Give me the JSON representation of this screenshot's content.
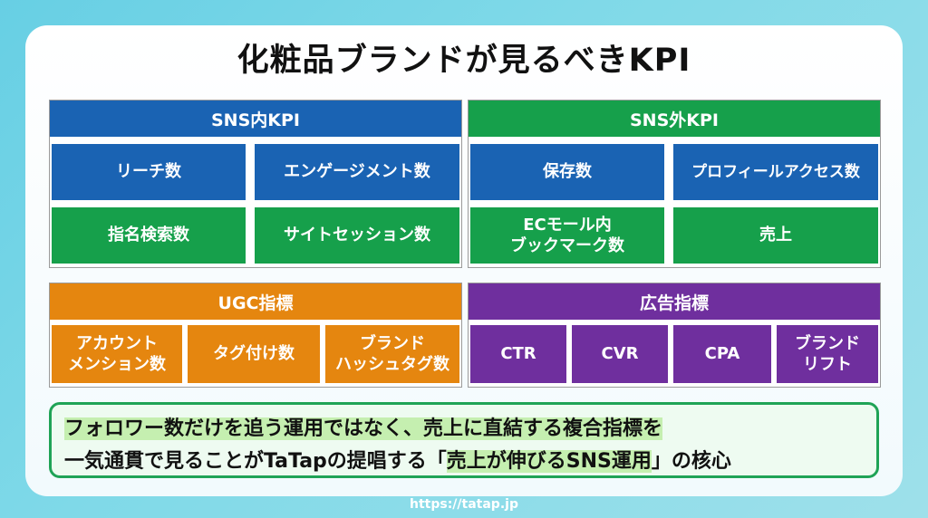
{
  "title": "化粧品ブランドが見るべきKPI",
  "sections": {
    "sns_in": {
      "header": "SNS内KPI",
      "cells": [
        "リーチ数",
        "エンゲージメント数",
        "指名検索数",
        "サイトセッション数"
      ]
    },
    "sns_out": {
      "header": "SNS外KPI",
      "cells": [
        "保存数",
        "プロフィールアクセス数",
        "ECモール内\nブックマーク数",
        "売上"
      ]
    },
    "ugc": {
      "header": "UGC指標",
      "cells": [
        "アカウント\nメンション数",
        "タグ付け数",
        "ブランド\nハッシュタグ数"
      ]
    },
    "ads": {
      "header": "広告指標",
      "cells": [
        "CTR",
        "CVR",
        "CPA",
        "ブランド\nリフト"
      ]
    }
  },
  "summary": {
    "line1": "フォロワー数だけを追う運用ではなく、売上に直結する複合指標を",
    "line2_a": "一気通貫で見ることがTaTapの提唱する「",
    "line2_b": "売上が伸びるSNS運用",
    "line2_c": "」の核心"
  },
  "footer_url": "https://tatap.jp",
  "colors": {
    "blue": "#1a63b3",
    "green": "#16a04b",
    "orange": "#e5860f",
    "purple": "#6f2f9e",
    "highlight": "#c5efb0"
  }
}
